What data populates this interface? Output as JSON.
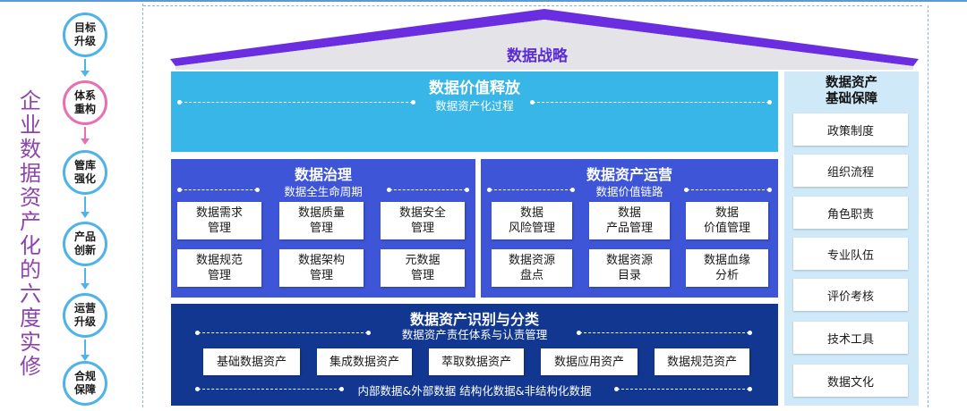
{
  "vertical_caption": "企业数据资产化的六度实修",
  "steps": [
    "目标\n升级",
    "体系\n重构",
    "管库\n强化",
    "产品\n创新",
    "运营\n升级",
    "合规\n保障"
  ],
  "roof_title": "数据战略",
  "value_panel": {
    "title": "数据价值释放",
    "subtitle": "数据资产化过程"
  },
  "governance_panel": {
    "title": "数据治理",
    "subtitle": "数据全生命周期",
    "items": [
      "数据需求\n管理",
      "数据质量\n管理",
      "数据安全\n管理",
      "数据规范\n管理",
      "数据架构\n管理",
      "元数据\n管理"
    ]
  },
  "operations_panel": {
    "title": "数据资产运营",
    "subtitle": "数据价值链路",
    "items": [
      "数据\n风险管理",
      "数据\n产品管理",
      "数据\n价值管理",
      "数据资源\n盘点",
      "数据资源\n目录",
      "数据血缘\n分析"
    ]
  },
  "identify_panel": {
    "title": "数据资产识别与分类",
    "subtitle": "数据资产责任体系与认责管理",
    "items": [
      "基础数据资产",
      "集成数据资产",
      "萃取数据资产",
      "数据应用资产",
      "数据规范资产"
    ],
    "footer": "内部数据&外部数据  结构化数据&非结构化数据"
  },
  "base_panel": {
    "title": "数据资产\n基础保障",
    "items": [
      "政策制度",
      "组织流程",
      "角色职责",
      "专业队伍",
      "评价考核",
      "技术工具",
      "数据文化"
    ]
  },
  "colors": {
    "roof": "#6a2ee0",
    "value_panel": "#38b6e8",
    "mid_panels": "#3d55d6",
    "identify_panel": "#123791",
    "base_panel": "#cfe9f8",
    "caption": "#8e44ad",
    "step_border": "#4fb3e8",
    "step_active": "#e86fb2"
  }
}
